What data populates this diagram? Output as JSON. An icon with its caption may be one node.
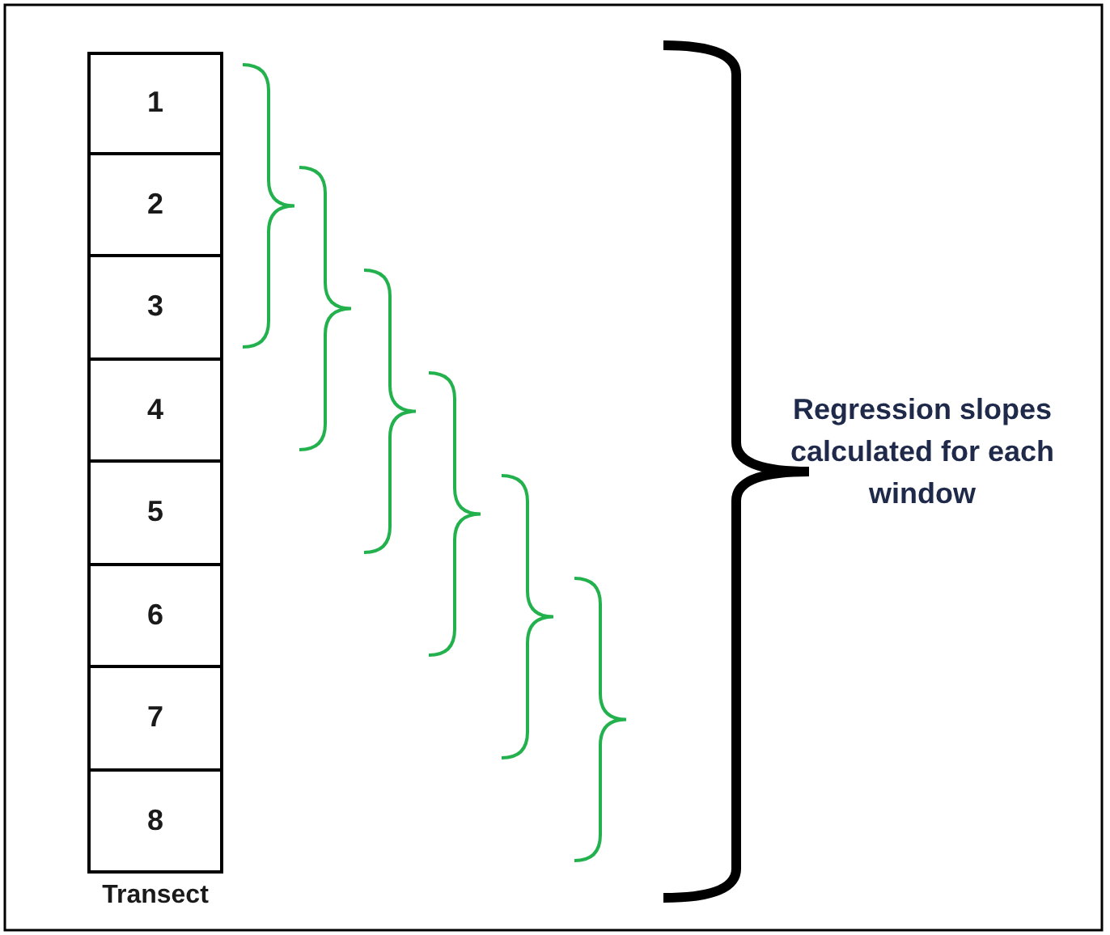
{
  "diagram": {
    "nodes": [
      {
        "text": [
          "1"
        ]
      },
      {
        "text": [
          "2"
        ]
      },
      {
        "text": [
          "3"
        ]
      },
      {
        "text": [
          "4"
        ]
      },
      {
        "text": [
          "5"
        ]
      },
      {
        "text": [
          "6"
        ]
      },
      {
        "text": [
          "7"
        ]
      },
      {
        "text": [
          "8"
        ]
      }
    ],
    "labels": [
      "Transect",
      "Regression slopes calculated for each window"
    ]
  }
}
